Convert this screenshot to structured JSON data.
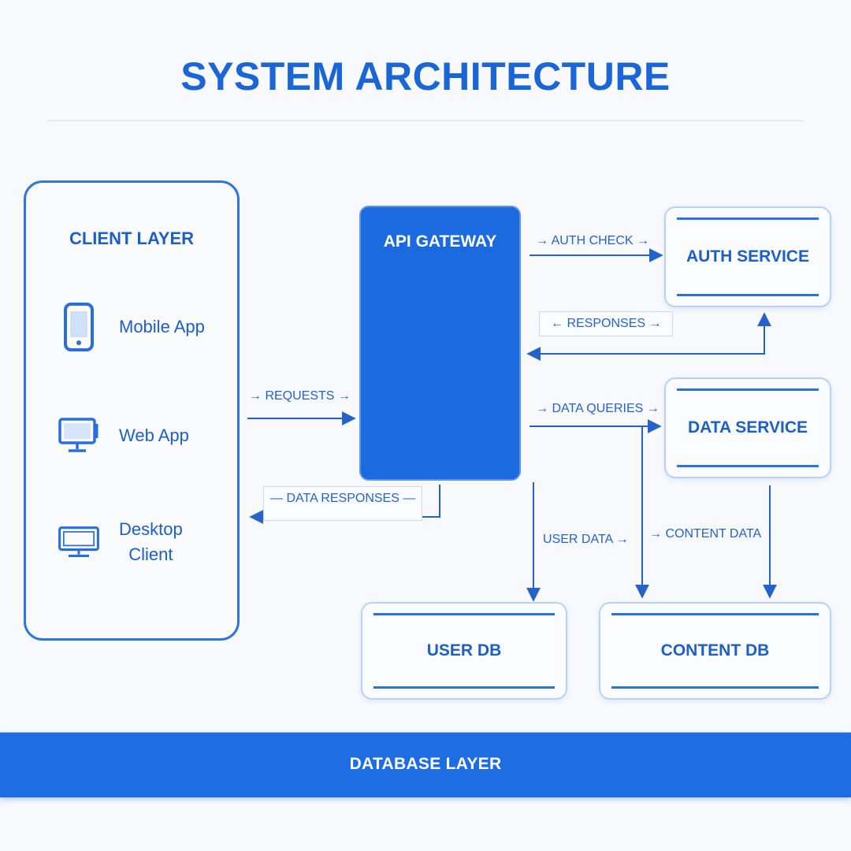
{
  "title": "SYSTEM ARCHITECTURE",
  "client_layer": {
    "title": "CLIENT LAYER",
    "items": [
      {
        "label": "Mobile App",
        "icon": "smartphone-icon"
      },
      {
        "label": "Web App",
        "icon": "monitor-icon"
      },
      {
        "label": "Desktop\nClient",
        "icon": "desktop-icon"
      }
    ]
  },
  "gateway": {
    "label": "API GATEWAY"
  },
  "services": {
    "auth": "AUTH SERVICE",
    "data": "DATA SERVICE"
  },
  "databases": {
    "user": "USER DB",
    "content": "CONTENT DB"
  },
  "edge_labels": {
    "requests": "→ REQUESTS →",
    "data_responses": "— DATA RESPONSES —",
    "auth_check": "→ AUTH CHECK →",
    "responses": "← RESPONSES →",
    "data_queries": "→ DATA QUERIES →",
    "user_data": "USER DATA →",
    "content_data": "→ CONTENT DATA"
  },
  "database_layer": "DATABASE LAYER",
  "colors": {
    "primary": "#1b6ae0",
    "line": "#2563c8",
    "background": "#f7f9fd"
  }
}
